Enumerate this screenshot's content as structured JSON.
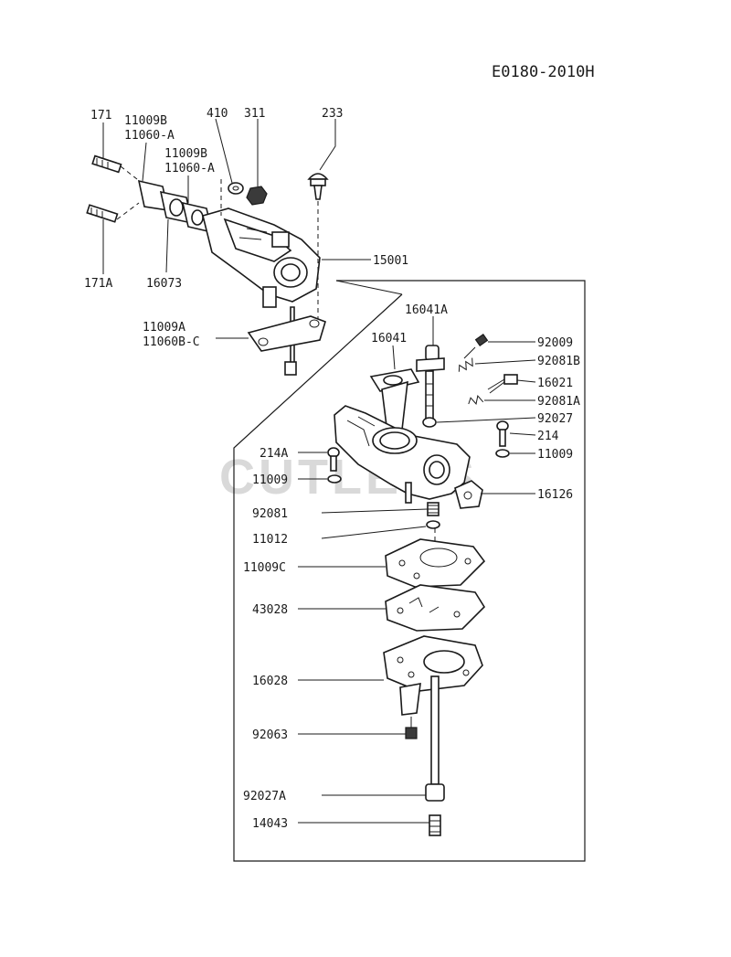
{
  "drawing_code": "E0180-2010H",
  "watermark": "CUTLERS",
  "labels": {
    "p171": "171",
    "p11009B_1": "11009B",
    "p11060A_1": "11060-A",
    "p11009B_2": "11009B",
    "p11060A_2": "11060-A",
    "p410": "410",
    "p311": "311",
    "p233": "233",
    "p171A": "171A",
    "p16073": "16073",
    "p15001": "15001",
    "p11009A": "11009A",
    "p11060BC": "11060B-C",
    "p16041A": "16041A",
    "p16041": "16041",
    "p92009": "92009",
    "p92081B": "92081B",
    "p16021": "16021",
    "p92081A": "92081A",
    "p92027": "92027",
    "p214": "214",
    "p214A": "214A",
    "p11009_l": "11009",
    "p11009_r": "11009",
    "p16126": "16126",
    "p92081": "92081",
    "p11012": "11012",
    "p11009C": "11009C",
    "p43028": "43028",
    "p16028": "16028",
    "p92063": "92063",
    "p92027A": "92027A",
    "p14043": "14043"
  }
}
